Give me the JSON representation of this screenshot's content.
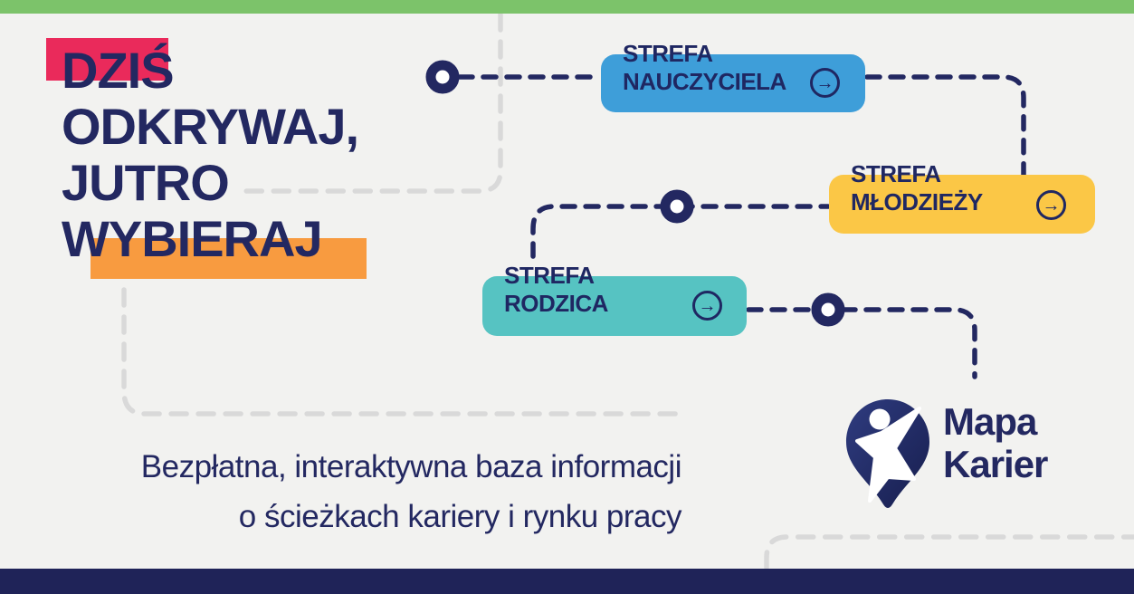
{
  "colors": {
    "background": "#F2F2F0",
    "top_bar": "#7CC36A",
    "bottom_bar": "#1F2358",
    "navy_text": "#232861",
    "gray_dash": "#D9D9D9",
    "highlight_red": "#EA2A5B",
    "highlight_orange": "#F89B40",
    "button_teacher_blue": "#3E9ED9",
    "button_youth_yellow": "#FBC746",
    "button_parent_teal": "#56C3C2"
  },
  "headline": {
    "line1": "DZIŚ",
    "line2": "ODKRYWAJ,",
    "line3": "JUTRO",
    "line4": "WYBIERAJ"
  },
  "buttons": {
    "teacher": {
      "label_line1": "STREFA",
      "label_line2": "NAUCZYCIELA"
    },
    "youth": {
      "label_line1": "STREFA",
      "label_line2": "MŁODZIEŻY"
    },
    "parent": {
      "label_line1": "STREFA",
      "label_line2": "RODZICA"
    }
  },
  "icons": {
    "arrow_glyph": "→",
    "arrow_icon_name": "arrow-right-circle",
    "logo_pin_icon_name": "map-pin-person"
  },
  "tagline": {
    "line1": "Bezpłatna, interaktywna baza informacji",
    "line2": "o ścieżkach kariery i rynku pracy"
  },
  "logo": {
    "name_line1": "Mapa",
    "name_line2": "Karier"
  }
}
